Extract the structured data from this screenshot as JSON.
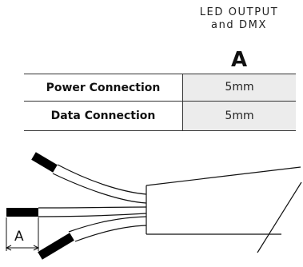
{
  "table": {
    "column_header_line1": "LED OUTPUT",
    "column_header_line2": "and DMX",
    "column_letter": "A",
    "rows": [
      {
        "label": "Power Connection",
        "value": "5mm"
      },
      {
        "label": "Data Connection",
        "value": "5mm"
      }
    ]
  },
  "diagram": {
    "dimension_label": "A"
  }
}
